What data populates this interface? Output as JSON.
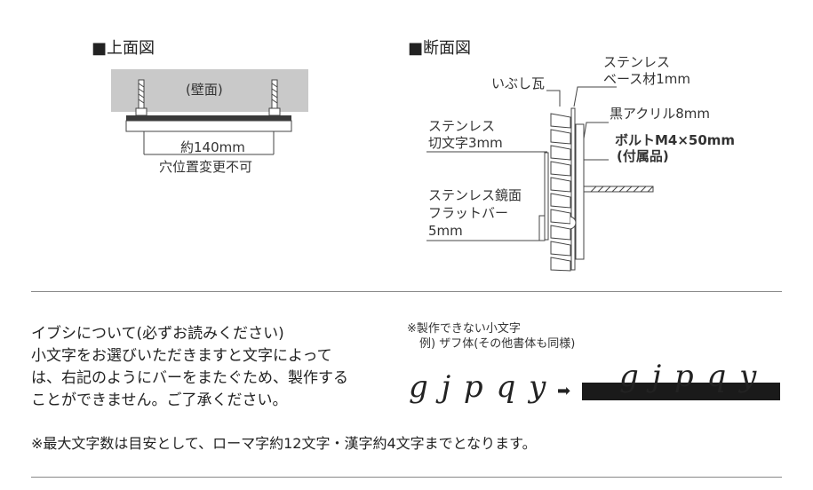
{
  "top_view": {
    "heading": "■上面図",
    "wall_label": "(壁面)",
    "width_label": "約140mm",
    "note": "穴位置変更不可"
  },
  "section_view": {
    "heading": "■断面図",
    "labels": {
      "ibushi": "いぶし瓦",
      "base_line1": "ステンレス",
      "base_line2": "ベース材1mm",
      "acrylic": "黒アクリル8mm",
      "bolt_line1": "ボルトM4×50mm",
      "bolt_line2": "(付属品)",
      "cut_line1": "ステンレス",
      "cut_line2": "切文字3mm",
      "bar_line1": "ステンレス鏡面",
      "bar_line2": "フラットバー",
      "bar_line3": "5mm"
    }
  },
  "notes": {
    "title": "イブシについて(必ずお読みください)",
    "body": [
      "小文字をお選びいただきますと文字によって",
      "は、右記のようにバーをまたぐため、製作する",
      "ことができません。ご了承ください。"
    ],
    "unavailable_line1": "※製作できない小文字",
    "unavailable_line2": "例) ザフ体(その他書体も同様)",
    "sample_letters": "g j p q y",
    "sample_letters_on_bar": "g j p q y",
    "arrow": "➡",
    "max_chars": "※最大文字数は目安として、ローマ字約12文字・漢字約4文字までとなります。"
  }
}
